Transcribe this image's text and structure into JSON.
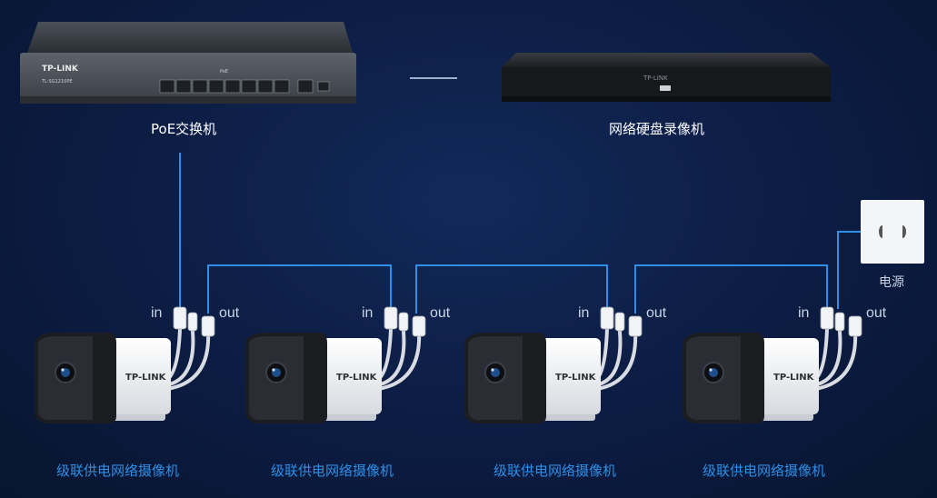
{
  "switch": {
    "label": "PoE交换机",
    "brand": "TP-LINK",
    "model": "TL-SG1210PE",
    "port_group": "PoE"
  },
  "nvr": {
    "label": "网络硬盘录像机",
    "brand": "TP-LINK"
  },
  "power": {
    "label": "电源"
  },
  "cameras": [
    {
      "label": "级联供电网络摄像机",
      "brand": "TP-LINK",
      "in_label": "in",
      "out_label": "out"
    },
    {
      "label": "级联供电网络摄像机",
      "brand": "TP-LINK",
      "in_label": "in",
      "out_label": "out"
    },
    {
      "label": "级联供电网络摄像机",
      "brand": "TP-LINK",
      "in_label": "in",
      "out_label": "out"
    },
    {
      "label": "级联供电网络摄像机",
      "brand": "TP-LINK",
      "in_label": "in",
      "out_label": "out"
    }
  ],
  "colors": {
    "background": "#0c1c42",
    "cable": "#2e8fe8",
    "camera_label": "#2e8fe8"
  }
}
